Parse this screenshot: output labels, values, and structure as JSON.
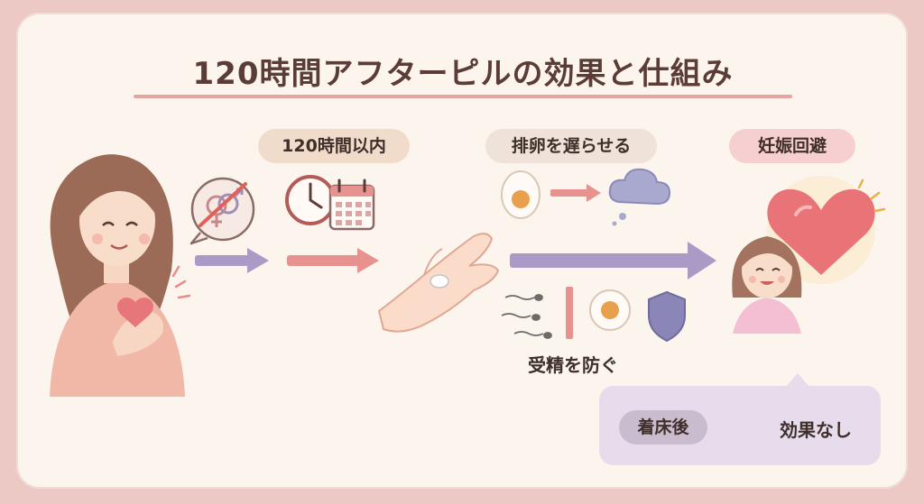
{
  "title": "120時間アフターピルの効果と仕組み",
  "steps": {
    "within": "120時間以内",
    "delay_ovulation": "排卵を遅らせる",
    "prevent_pregnancy": "妊娠回避"
  },
  "labels": {
    "prevent_fertilization": "受精を防ぐ"
  },
  "note": {
    "tag": "着床後",
    "text": "効果なし"
  },
  "colors": {
    "background": "#ecc9c4",
    "card": "#fbf5ee",
    "title_text": "#5b3c36",
    "title_underline": "#e6a4a0",
    "arrow_purple": "#a99bc5",
    "arrow_pink": "#e7928f",
    "cross_red": "#e0605a"
  },
  "icons": [
    "woman-icon",
    "gender-icon",
    "clock-icon",
    "calendar-icon",
    "hand-pill-icon",
    "egg-icon",
    "cloud-icon",
    "sperm-icon",
    "barrier-icon",
    "shield-icon",
    "heart-icon",
    "girl-icon",
    "embryo-crossed-icon"
  ]
}
